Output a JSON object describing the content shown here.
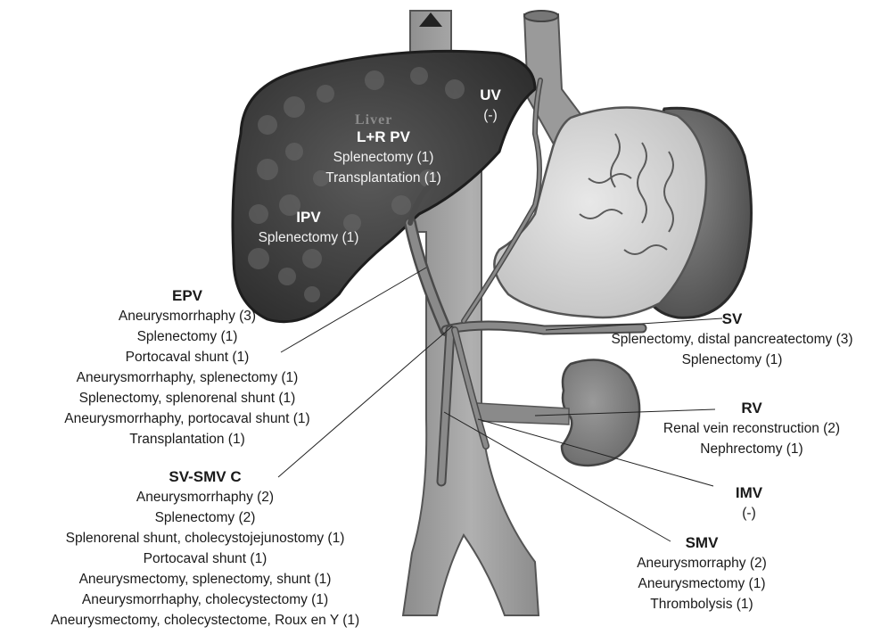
{
  "organ_text": "Liver",
  "labels": {
    "uv": {
      "title": "UV",
      "items": [
        "(-)"
      ]
    },
    "lrpv": {
      "title": "L+R PV",
      "items": [
        "Splenectomy (1)",
        "Transplantation (1)"
      ]
    },
    "ipv": {
      "title": "IPV",
      "items": [
        "Splenectomy (1)"
      ]
    },
    "epv": {
      "title": "EPV",
      "items": [
        "Aneurysmorrhaphy (3)",
        "Splenectomy (1)",
        "Portocaval shunt (1)",
        "Aneurysmorrhaphy, splenectomy (1)",
        "Splenectomy, splenorenal shunt (1)",
        "Aneurysmorrhaphy, portocaval shunt (1)",
        "Transplantation (1)"
      ]
    },
    "svsmv": {
      "title": "SV-SMV C",
      "items": [
        "Aneurysmorrhaphy (2)",
        "Splenectomy (2)",
        "Splenorenal shunt, cholecystojejunostomy (1)",
        "Portocaval shunt (1)",
        "Aneurysmectomy, splenectomy, shunt (1)",
        "Aneurysmorrhaphy, cholecystectomy (1)",
        "Aneurysmectomy, cholecystectome, Roux en Y (1)"
      ]
    },
    "sv": {
      "title": "SV",
      "items": [
        "Splenectomy, distal pancreatectomy (3)",
        "Splenectomy (1)"
      ]
    },
    "rv": {
      "title": "RV",
      "items": [
        "Renal vein reconstruction (2)",
        "Nephrectomy (1)"
      ]
    },
    "imv": {
      "title": "IMV",
      "items": [
        "(-)"
      ]
    },
    "smv": {
      "title": "SMV",
      "items": [
        "Aneurysmorraphy (2)",
        "Aneurysmectomy (1)",
        "Thrombolysis (1)"
      ]
    }
  }
}
